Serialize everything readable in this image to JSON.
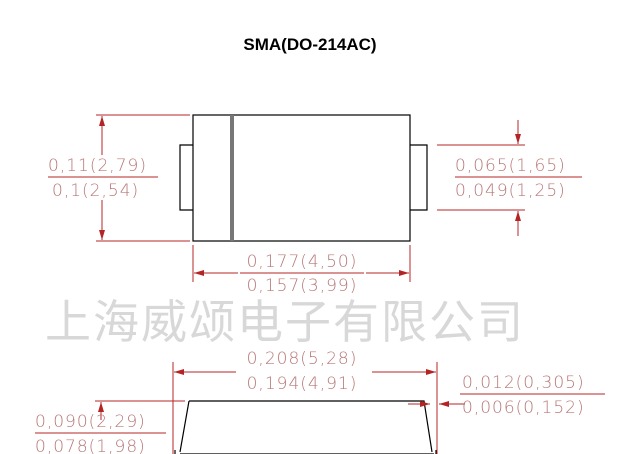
{
  "title": "SMA(DO-214AC)",
  "watermark": "上海威颂电子有限公司",
  "colors": {
    "dimension_line": "#b52424",
    "dimension_text": "#b87878",
    "outline": "#000000",
    "cathode_band": "#777777"
  },
  "top_view": {
    "height": {
      "max": "0,11(2,79)",
      "min": "0,1(2,54)"
    },
    "lead_width": {
      "max": "0,065(1,65)",
      "min": "0,049(1,25)"
    },
    "body_length": {
      "max": "0,177(4,50)",
      "min": "0,157(3,99)"
    }
  },
  "side_view": {
    "overall_length": {
      "max": "0,208(5,28)",
      "min": "0,194(4,91)"
    },
    "lead_thickness": {
      "max": "0,012(0,305)",
      "min": "0,006(0,152)"
    },
    "body_height": {
      "max": "0,090(2,29)",
      "min": "0,078(1,98)"
    }
  }
}
